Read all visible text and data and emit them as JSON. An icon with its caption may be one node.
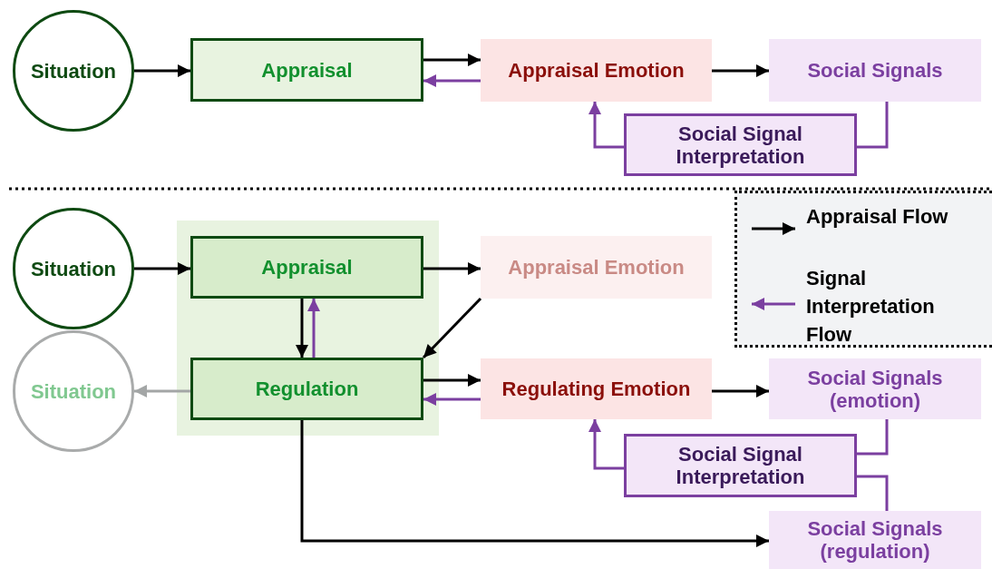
{
  "diagram": {
    "nodes": [
      {
        "text": [
          "Situation"
        ]
      },
      {
        "text": [
          "Appraisal"
        ]
      },
      {
        "text": [
          "Appraisal Emotion"
        ]
      },
      {
        "text": [
          "Social Signals"
        ]
      },
      {
        "text": [
          "Social Signal Interpretation"
        ]
      },
      {
        "text": [
          "Situation"
        ]
      },
      {
        "text": [],
        "shape": "box"
      },
      {
        "text": [
          "Appraisal"
        ],
        "in": 6
      },
      {
        "text": [
          "Appraisal Emotion"
        ]
      },
      {
        "text": [
          "Situation"
        ]
      },
      {
        "text": [
          "Regulation"
        ],
        "in": 6
      },
      {
        "text": [
          "Regulating Emotion"
        ]
      },
      {
        "text": [
          "Social Signals (emotion)"
        ]
      },
      {
        "text": [
          "Social Signal Interpretation"
        ]
      },
      {
        "text": [
          "Social Signals (regulation)"
        ]
      }
    ],
    "edges": [
      {
        "from": 0,
        "to": 1,
        "arrow": "to"
      },
      {
        "from": 1,
        "to": 2,
        "arrow": "to"
      },
      {
        "from": 2,
        "to": 1,
        "arrow": "to",
        "color": "#7b3fa0"
      },
      {
        "from": 2,
        "to": 3,
        "arrow": "to"
      },
      {
        "from": 3,
        "to": 4,
        "arrow": "none",
        "color": "#7b3fa0"
      },
      {
        "from": 4,
        "to": 2,
        "arrow": "to",
        "color": "#7b3fa0"
      },
      {
        "from": 5,
        "to": 7,
        "arrow": "to"
      },
      {
        "from": 7,
        "to": 8,
        "arrow": "to"
      },
      {
        "from": 7,
        "to": 10,
        "arrow": "to"
      },
      {
        "from": 10,
        "to": 7,
        "arrow": "to",
        "color": "#7b3fa0"
      },
      {
        "from": 8,
        "to": 10,
        "arrow": "to"
      },
      {
        "from": 10,
        "to": 9,
        "arrow": "to",
        "color": "#a3a6a6"
      },
      {
        "from": 10,
        "to": 11,
        "arrow": "to"
      },
      {
        "from": 11,
        "to": 10,
        "arrow": "to",
        "color": "#7b3fa0"
      },
      {
        "from": 11,
        "to": 12,
        "arrow": "to"
      },
      {
        "from": 12,
        "to": 13,
        "arrow": "none",
        "color": "#7b3fa0"
      },
      {
        "from": 13,
        "to": 11,
        "arrow": "to",
        "color": "#7b3fa0"
      },
      {
        "from": 14,
        "to": 13,
        "arrow": "none",
        "color": "#7b3fa0"
      },
      {
        "from": 10,
        "to": 14,
        "arrow": "to"
      }
    ],
    "legend": [
      {
        "text": "Appraisal Flow"
      },
      {
        "text": "Signal Interpretation Flow"
      }
    ]
  }
}
